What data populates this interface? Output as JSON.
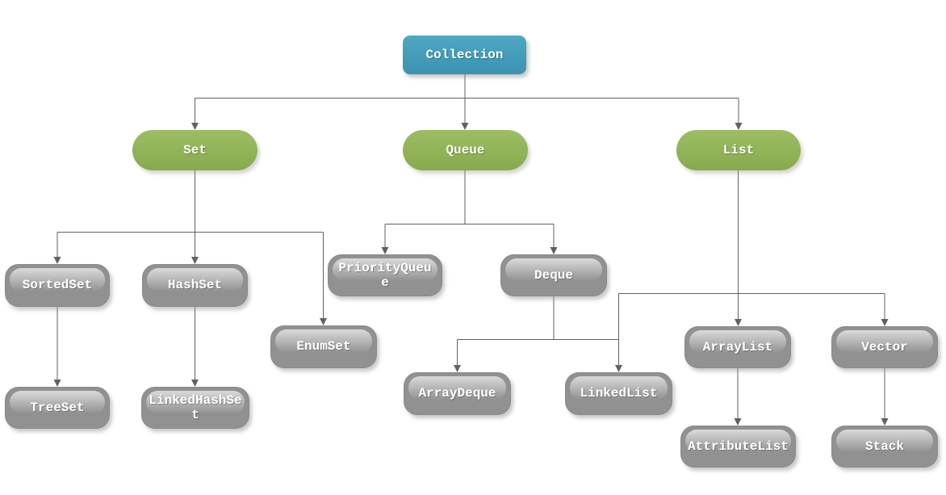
{
  "diagram_type": "class-hierarchy-flowchart",
  "colors": {
    "root_fill": "#3f9db8",
    "interface_fill": "#8fb556",
    "class_fill": "#919191",
    "connector": "#616161",
    "label_text": "#ffffff",
    "background": "#ffffff"
  },
  "nodes": {
    "collection": {
      "label": "Collection",
      "type": "root"
    },
    "set": {
      "label": "Set",
      "type": "interface"
    },
    "queue": {
      "label": "Queue",
      "type": "interface"
    },
    "list": {
      "label": "List",
      "type": "interface"
    },
    "sortedset": {
      "label": "SortedSet",
      "type": "class"
    },
    "hashset": {
      "label": "HashSet",
      "type": "class"
    },
    "priorityqueue": {
      "label": "PriorityQueue",
      "type": "class"
    },
    "deque": {
      "label": "Deque",
      "type": "class"
    },
    "enumset": {
      "label": "EnumSet",
      "type": "class"
    },
    "treeset": {
      "label": "TreeSet",
      "type": "class"
    },
    "linkedhashset": {
      "label": "LinkedHashSet",
      "type": "class"
    },
    "arraydeque": {
      "label": "ArrayDeque",
      "type": "class"
    },
    "linkedlist": {
      "label": "LinkedList",
      "type": "class"
    },
    "arraylist": {
      "label": "ArrayList",
      "type": "class"
    },
    "vector": {
      "label": "Vector",
      "type": "class"
    },
    "attributelist": {
      "label": "AttributeList",
      "type": "class"
    },
    "stack": {
      "label": "Stack",
      "type": "class"
    }
  },
  "edges": [
    {
      "from": "collection",
      "to": "set"
    },
    {
      "from": "collection",
      "to": "queue"
    },
    {
      "from": "collection",
      "to": "list"
    },
    {
      "from": "set",
      "to": "sortedset"
    },
    {
      "from": "set",
      "to": "hashset"
    },
    {
      "from": "set",
      "to": "enumset"
    },
    {
      "from": "queue",
      "to": "priorityqueue"
    },
    {
      "from": "queue",
      "to": "deque"
    },
    {
      "from": "deque",
      "to": "arraydeque"
    },
    {
      "from": "deque",
      "to": "linkedlist"
    },
    {
      "from": "list",
      "to": "linkedlist"
    },
    {
      "from": "list",
      "to": "arraylist"
    },
    {
      "from": "list",
      "to": "vector"
    },
    {
      "from": "sortedset",
      "to": "treeset"
    },
    {
      "from": "hashset",
      "to": "linkedhashset"
    },
    {
      "from": "arraylist",
      "to": "attributelist"
    },
    {
      "from": "vector",
      "to": "stack"
    }
  ]
}
